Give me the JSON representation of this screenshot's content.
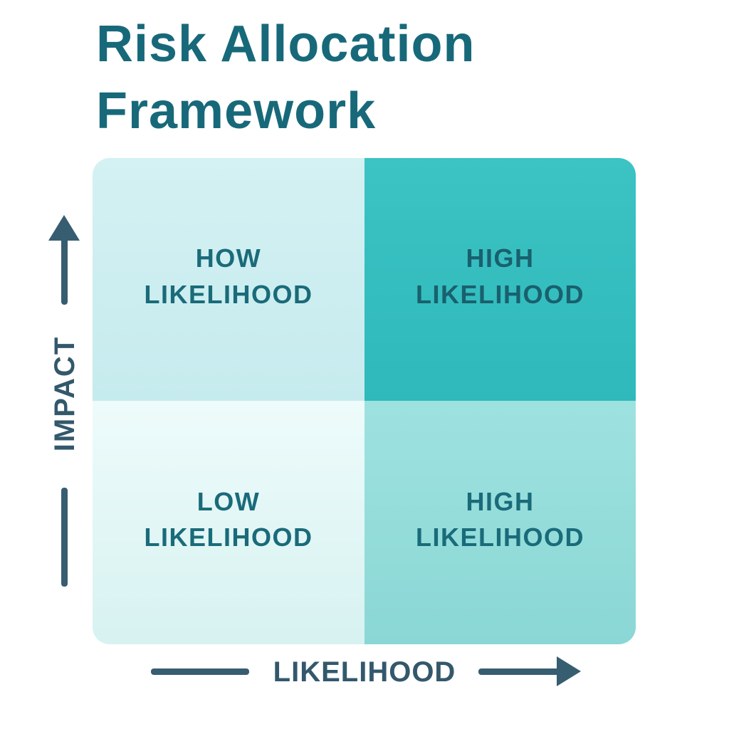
{
  "page": {
    "title_lines": [
      "Risk Allocation",
      "Framework"
    ]
  },
  "matrix": {
    "quadrants": {
      "top_left": {
        "lines": [
          "HOW",
          "LIKELIHOOD"
        ],
        "color": "#cdeef0"
      },
      "top_right": {
        "lines": [
          "HIGH",
          "LIKELIHOOD"
        ],
        "color": "#34bdbf"
      },
      "bottom_left": {
        "lines": [
          "LOW",
          "LIKELIHOOD"
        ],
        "color": "#e9fafa"
      },
      "bottom_right": {
        "lines": [
          "HIGH",
          "LIKELIHOOD"
        ],
        "color": "#93dcda"
      }
    }
  },
  "axes": {
    "y": {
      "label": "IMPACT"
    },
    "x": {
      "label": "LIKELIHOOD"
    }
  },
  "colors": {
    "title_text": "#17697a",
    "quadrant_text": "#1a6b7a",
    "axis": "#375d70",
    "background": "#ffffff"
  }
}
